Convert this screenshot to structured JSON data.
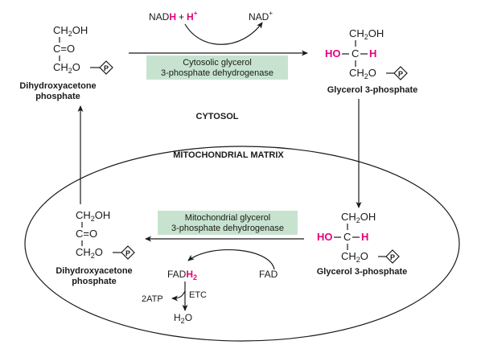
{
  "colors": {
    "ink": "#1a1a1a",
    "highlight_h": "#e6007e",
    "enzyme_box": "#c7e3cf"
  },
  "cytosol_label": "CYTOSOL",
  "matrix_label": "MITOCHONDRIAL MATRIX",
  "cytosol_enzyme": {
    "line1": "Cytosolic glycerol",
    "line2": "3-phosphate dehydrogenase"
  },
  "matrix_enzyme": {
    "line1": "Mitochondrial glycerol",
    "line2": "3-phosphate dehydrogenase"
  },
  "cofactors": {
    "nadh_prefix": "NAD",
    "nadh_h": "H",
    "plus": "+",
    "proton_h": "H",
    "proton_plus": "+",
    "nad": "NAD",
    "nad_plus": "+",
    "fad": "FAD",
    "fadh2_prefix": "FAD",
    "fadh2_h2": "H",
    "fadh2_sub": "2",
    "atp": "2ATP",
    "etc": "ETC",
    "water_h": "H",
    "water_sub": "2",
    "water_o": "O"
  },
  "molecules": {
    "dhap_top": {
      "name1": "Dihydroxyacetone",
      "name2": "phosphate"
    },
    "g3p_top": {
      "name": "Glycerol 3-phosphate"
    },
    "dhap_bottom": {
      "name1": "Dihydroxyacetone",
      "name2": "phosphate"
    },
    "g3p_bottom": {
      "name": "Glycerol 3-phosphate"
    }
  },
  "chem_text": {
    "ch2": "CH",
    "sub2": "2",
    "oh": "OH",
    "c_eq_o": "C=O",
    "ch2o_dash": "CH",
    "o_dash": "O",
    "ho": "HO",
    "c": "C",
    "h": "H",
    "p": "P"
  }
}
